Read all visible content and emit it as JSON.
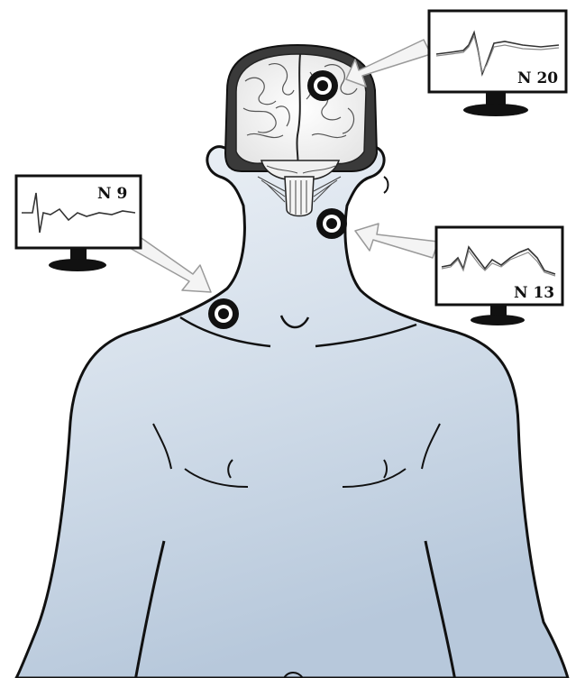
{
  "monitors": [
    {
      "id": "n20",
      "label": "N 20"
    },
    {
      "id": "n9",
      "label": "N 9"
    },
    {
      "id": "n13",
      "label": "N 13"
    }
  ],
  "colors": {
    "skin_top": "#e9eef4",
    "skin_bottom": "#b9c9dc",
    "outline": "#111111",
    "arrow_fill": "#f4f4f4",
    "arrow_stroke": "#9a9a9a",
    "monitor_screen": "#ffffff"
  },
  "icons": {
    "electrode": "electrode-icon",
    "arrow": "arrow-icon",
    "monitor": "monitor-icon",
    "brain": "brain-icon"
  }
}
